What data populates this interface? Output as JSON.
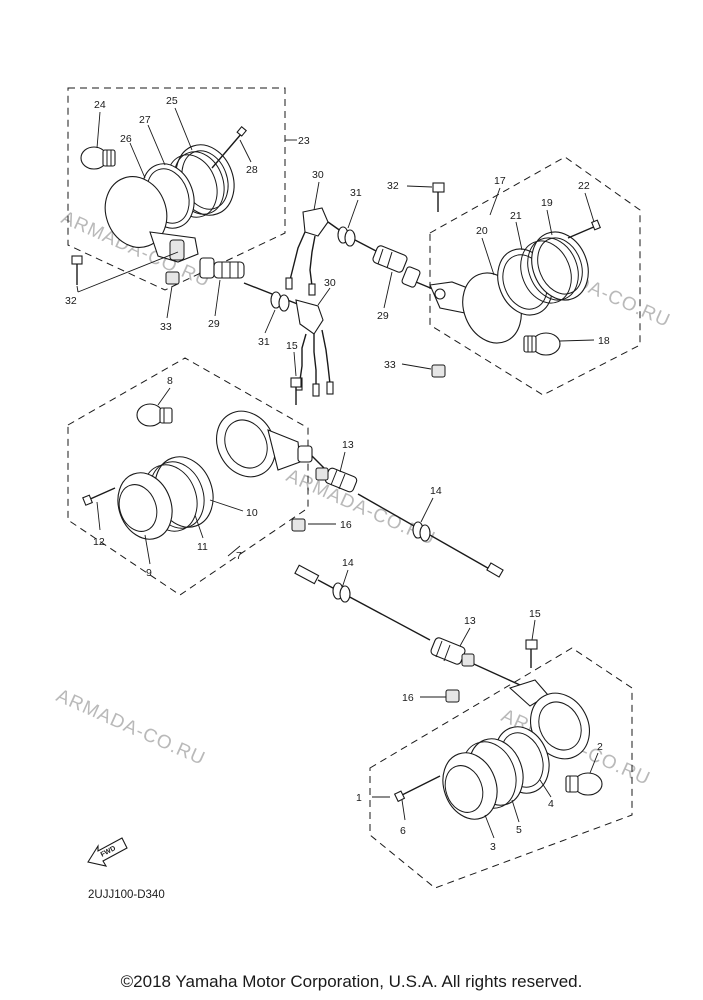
{
  "watermark": "ARMADA-CO.RU",
  "drawing_code": "2UJJ100-D340",
  "fwd_label": "FWD",
  "copyright": "©2018 Yamaha Motor Corporation, U.S.A. All rights reserved.",
  "callouts": {
    "n1": "1",
    "n2": "2",
    "n3": "3",
    "n4": "4",
    "n5": "5",
    "n6": "6",
    "n7": "7",
    "n8": "8",
    "n9": "9",
    "n10": "10",
    "n11": "11",
    "n12": "12",
    "n13a": "13",
    "n13b": "13",
    "n14a": "14",
    "n14b": "14",
    "n15a": "15",
    "n15b": "15",
    "n16a": "16",
    "n16b": "16",
    "n17": "17",
    "n18": "18",
    "n19": "19",
    "n20": "20",
    "n21": "21",
    "n22": "22",
    "n23": "23",
    "n24": "24",
    "n25": "25",
    "n26": "26",
    "n27": "27",
    "n28": "28",
    "n29a": "29",
    "n29b": "29",
    "n30a": "30",
    "n30b": "30",
    "n31a": "31",
    "n31b": "31",
    "n32a": "32",
    "n32b": "32",
    "n33a": "33",
    "n33b": "33"
  }
}
